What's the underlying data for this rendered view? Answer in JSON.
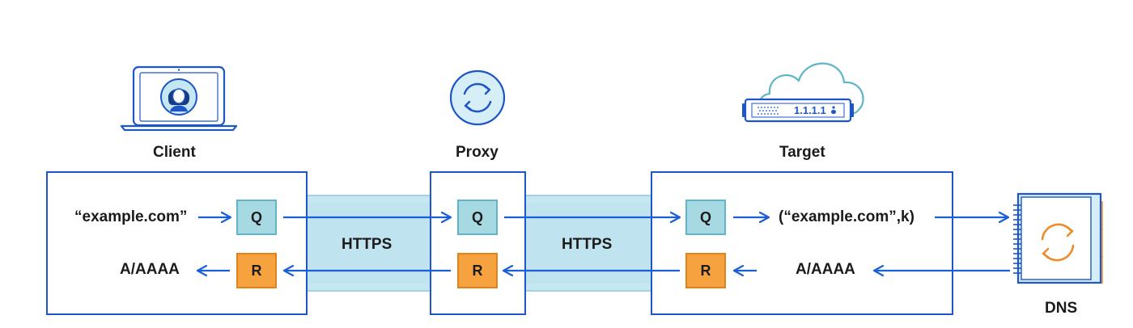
{
  "nodes": {
    "client": {
      "label": "Client"
    },
    "proxy": {
      "label": "Proxy"
    },
    "target": {
      "label": "Target",
      "server_text": "1.1.1.1"
    },
    "dns": {
      "label": "DNS"
    }
  },
  "links": {
    "client_proxy": {
      "label": "HTTPS"
    },
    "proxy_target": {
      "label": "HTTPS"
    }
  },
  "client_box": {
    "query_text": "“example.com”",
    "answer_text": "A/AAAA",
    "q_label": "Q",
    "r_label": "R"
  },
  "proxy_box": {
    "q_label": "Q",
    "r_label": "R"
  },
  "target_box": {
    "q_label": "Q",
    "r_label": "R",
    "query_text": "(“example.com”,k)",
    "answer_text": "A/AAAA"
  },
  "colors": {
    "frame_blue": "#1e55c8",
    "arrow_blue": "#1a5fd6",
    "query_fill": "#a7d9e3",
    "response_fill": "#f6a33f",
    "tunnel_fill": "#c6e7f1",
    "dns_orange": "#f08a2a"
  },
  "icons": {
    "client": "laptop-user-icon",
    "proxy": "refresh-circle-icon",
    "target": "cloud-server-icon",
    "dns": "dns-server-icon"
  }
}
